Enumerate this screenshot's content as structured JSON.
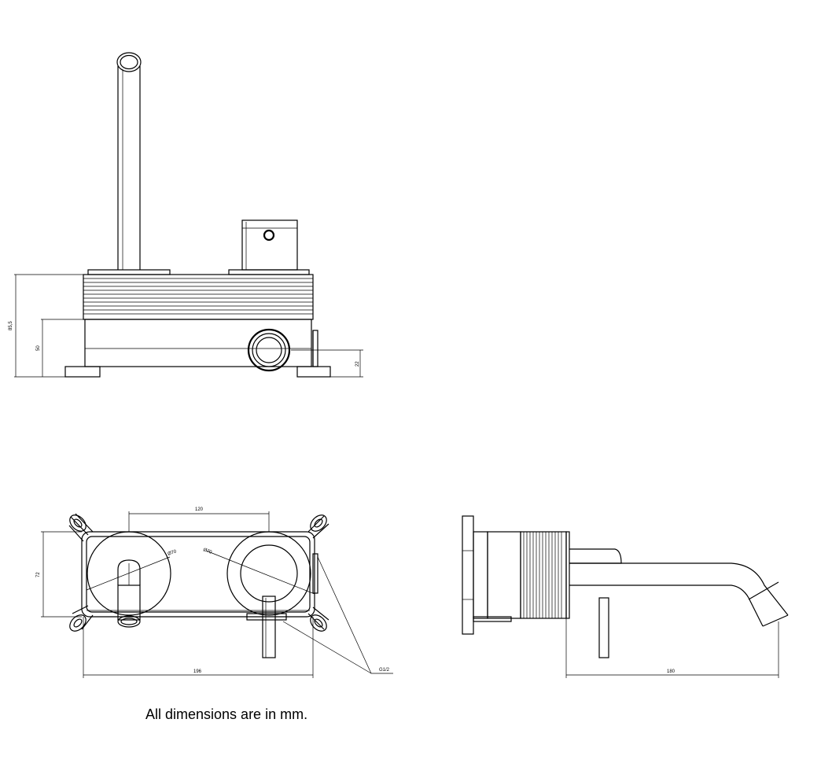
{
  "dimensions": {
    "front_total_height": "85,5",
    "front_body_height": "50",
    "front_outlet_height": "22",
    "plan_centers": "120",
    "plan_height": "72",
    "plan_diameter_left": "Ø70",
    "plan_diameter_right": "Ø70",
    "plan_width": "196",
    "plan_thread": "G1/2",
    "side_projection": "180"
  },
  "caption": "All dimensions are in mm."
}
